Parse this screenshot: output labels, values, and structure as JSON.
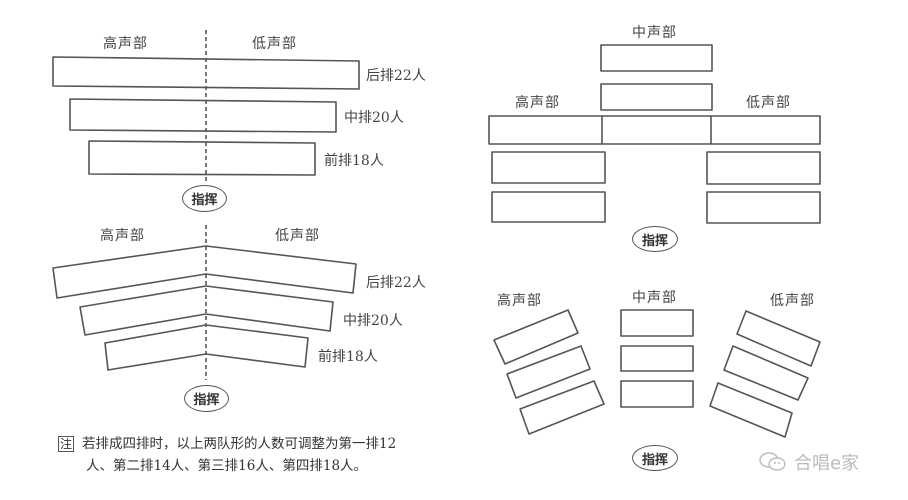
{
  "diagram_1": {
    "type": "straight-rows",
    "left_section_label": "高声部",
    "right_section_label": "低声部",
    "rows": [
      {
        "label": "后排22人"
      },
      {
        "label": "中排20人"
      },
      {
        "label": "前排18人"
      }
    ],
    "conductor_label": "指挥"
  },
  "diagram_2": {
    "type": "bent-rows",
    "left_section_label": "高声部",
    "right_section_label": "低声部",
    "rows": [
      {
        "label": "后排22人"
      },
      {
        "label": "中排20人"
      },
      {
        "label": "前排18人"
      }
    ],
    "conductor_label": "指挥"
  },
  "diagram_3": {
    "type": "three-part-stepped",
    "middle_section_label": "中声部",
    "left_section_label": "高声部",
    "right_section_label": "低声部",
    "conductor_label": "指挥"
  },
  "diagram_4": {
    "type": "three-part-fan",
    "left_section_label": "高声部",
    "middle_section_label": "中声部",
    "right_section_label": "低声部",
    "conductor_label": "指挥"
  },
  "note": {
    "mark": "注",
    "line1": "若排成四排时，以上两队形的人数可调整为第一排12",
    "line2": "人、第二排14人、第三排16人、第四排18人。"
  },
  "watermark": {
    "icon": "wechat-icon",
    "text": "合唱e家"
  }
}
